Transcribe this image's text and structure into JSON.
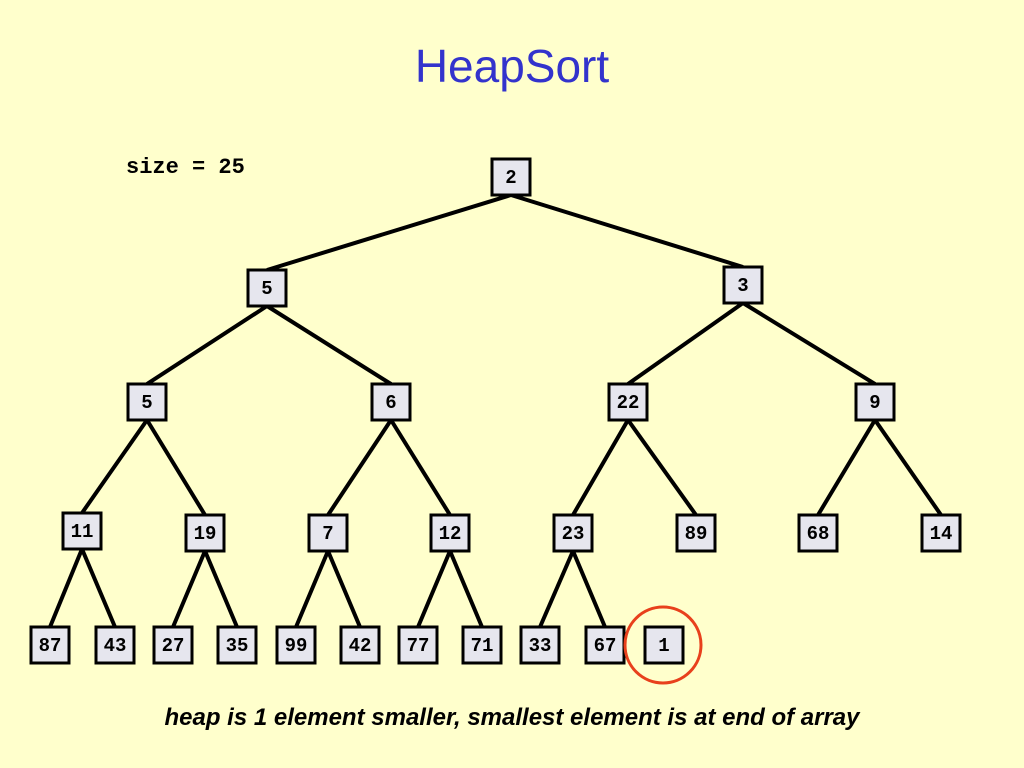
{
  "title": "HeapSort",
  "size_label": "size = 25",
  "caption": "heap is 1 element smaller, smallest element is at end of array",
  "colors": {
    "background": "#FFFFCC",
    "title": "#3333CC",
    "node_fill": "#E6E6EE",
    "highlight": "#E8401C"
  },
  "tree": {
    "nodes": [
      {
        "id": "n0",
        "value": "2"
      },
      {
        "id": "n1",
        "value": "5"
      },
      {
        "id": "n2",
        "value": "3"
      },
      {
        "id": "n3",
        "value": "5"
      },
      {
        "id": "n4",
        "value": "6"
      },
      {
        "id": "n5",
        "value": "22"
      },
      {
        "id": "n6",
        "value": "9"
      },
      {
        "id": "n7",
        "value": "11"
      },
      {
        "id": "n8",
        "value": "19"
      },
      {
        "id": "n9",
        "value": "7"
      },
      {
        "id": "n10",
        "value": "12"
      },
      {
        "id": "n11",
        "value": "23"
      },
      {
        "id": "n12",
        "value": "89"
      },
      {
        "id": "n13",
        "value": "68"
      },
      {
        "id": "n14",
        "value": "14"
      },
      {
        "id": "n15",
        "value": "87"
      },
      {
        "id": "n16",
        "value": "43"
      },
      {
        "id": "n17",
        "value": "27"
      },
      {
        "id": "n18",
        "value": "35"
      },
      {
        "id": "n19",
        "value": "99"
      },
      {
        "id": "n20",
        "value": "42"
      },
      {
        "id": "n21",
        "value": "77"
      },
      {
        "id": "n22",
        "value": "71"
      },
      {
        "id": "n23",
        "value": "33"
      },
      {
        "id": "n24",
        "value": "67"
      },
      {
        "id": "n25",
        "value": "1",
        "highlighted": true
      }
    ],
    "edges": [
      [
        "n0",
        "n1"
      ],
      [
        "n0",
        "n2"
      ],
      [
        "n1",
        "n3"
      ],
      [
        "n1",
        "n4"
      ],
      [
        "n2",
        "n5"
      ],
      [
        "n2",
        "n6"
      ],
      [
        "n3",
        "n7"
      ],
      [
        "n3",
        "n8"
      ],
      [
        "n4",
        "n9"
      ],
      [
        "n4",
        "n10"
      ],
      [
        "n5",
        "n11"
      ],
      [
        "n5",
        "n12"
      ],
      [
        "n6",
        "n13"
      ],
      [
        "n6",
        "n14"
      ],
      [
        "n7",
        "n15"
      ],
      [
        "n7",
        "n16"
      ],
      [
        "n8",
        "n17"
      ],
      [
        "n8",
        "n18"
      ],
      [
        "n9",
        "n19"
      ],
      [
        "n9",
        "n20"
      ],
      [
        "n10",
        "n21"
      ],
      [
        "n10",
        "n22"
      ],
      [
        "n11",
        "n23"
      ],
      [
        "n11",
        "n24"
      ]
    ]
  }
}
